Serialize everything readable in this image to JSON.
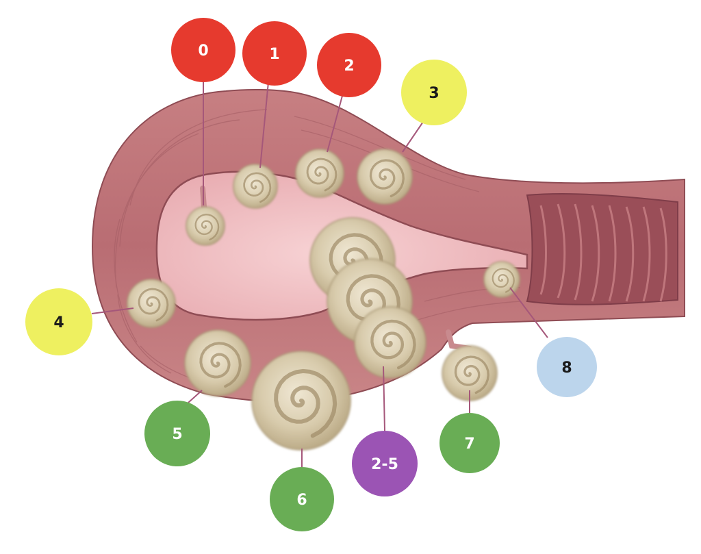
{
  "colors": {
    "red": "#e63a2e",
    "yellow": "#eef060",
    "green": "#69ad55",
    "purple": "#9b54b4",
    "lightblue": "#bcd5ec",
    "wall": "#c98283",
    "wall_dark": "#a25d63",
    "wall_outline": "#8f4c54",
    "cavity": "#f2c0c3",
    "fibroid": "#d9cdb0",
    "leader": "#a5577a"
  },
  "markers": {
    "m0": {
      "label": "0",
      "color": "red"
    },
    "m1": {
      "label": "1",
      "color": "red"
    },
    "m2": {
      "label": "2",
      "color": "red"
    },
    "m3": {
      "label": "3",
      "color": "yellow"
    },
    "m4": {
      "label": "4",
      "color": "yellow"
    },
    "m5": {
      "label": "5",
      "color": "green"
    },
    "m6": {
      "label": "6",
      "color": "green"
    },
    "m25": {
      "label": "2-5",
      "color": "purple"
    },
    "m7": {
      "label": "7",
      "color": "green"
    },
    "m8": {
      "label": "8",
      "color": "lightblue"
    }
  }
}
